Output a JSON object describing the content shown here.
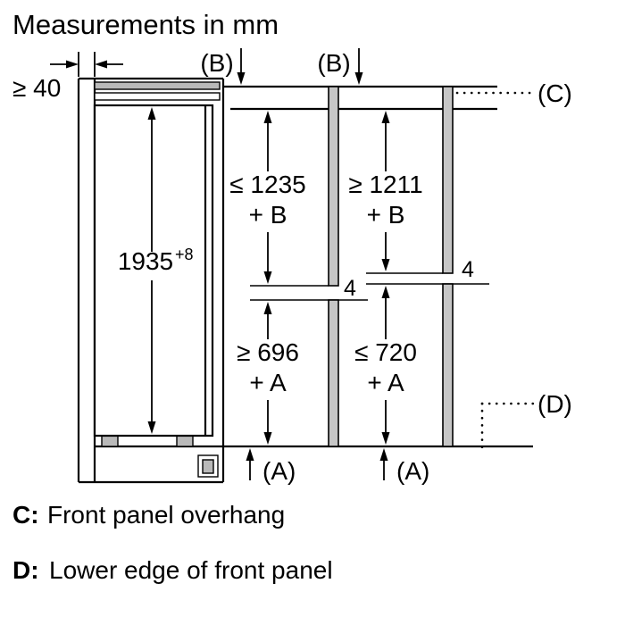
{
  "texts": {
    "title": "Measurements in mm",
    "wall_gap": "≥ 40",
    "b1": "(B)",
    "b2": "(B)",
    "c_ref": "(C)",
    "d_ref": "(D)",
    "a1": "(A)",
    "a2": "(A)",
    "niche": "1935",
    "niche_sup": "+8",
    "dim_ul": "≤ 1235",
    "dim_ul2": "+ B",
    "dim_ur": "≥ 1211",
    "dim_ur2": "+ B",
    "dim_ll": "≥ 696",
    "dim_ll2": "+ A",
    "dim_lr": "≤ 720",
    "dim_lr2": "+ A",
    "gap1": "4",
    "gap2": "4",
    "legend_c_key": "C:",
    "legend_c": "Front panel overhang",
    "legend_d_key": "D:",
    "legend_d": "Lower edge of front panel"
  },
  "colors": {
    "line": "#000000",
    "panel_fill": "#c6c6c6",
    "background": "#ffffff"
  }
}
